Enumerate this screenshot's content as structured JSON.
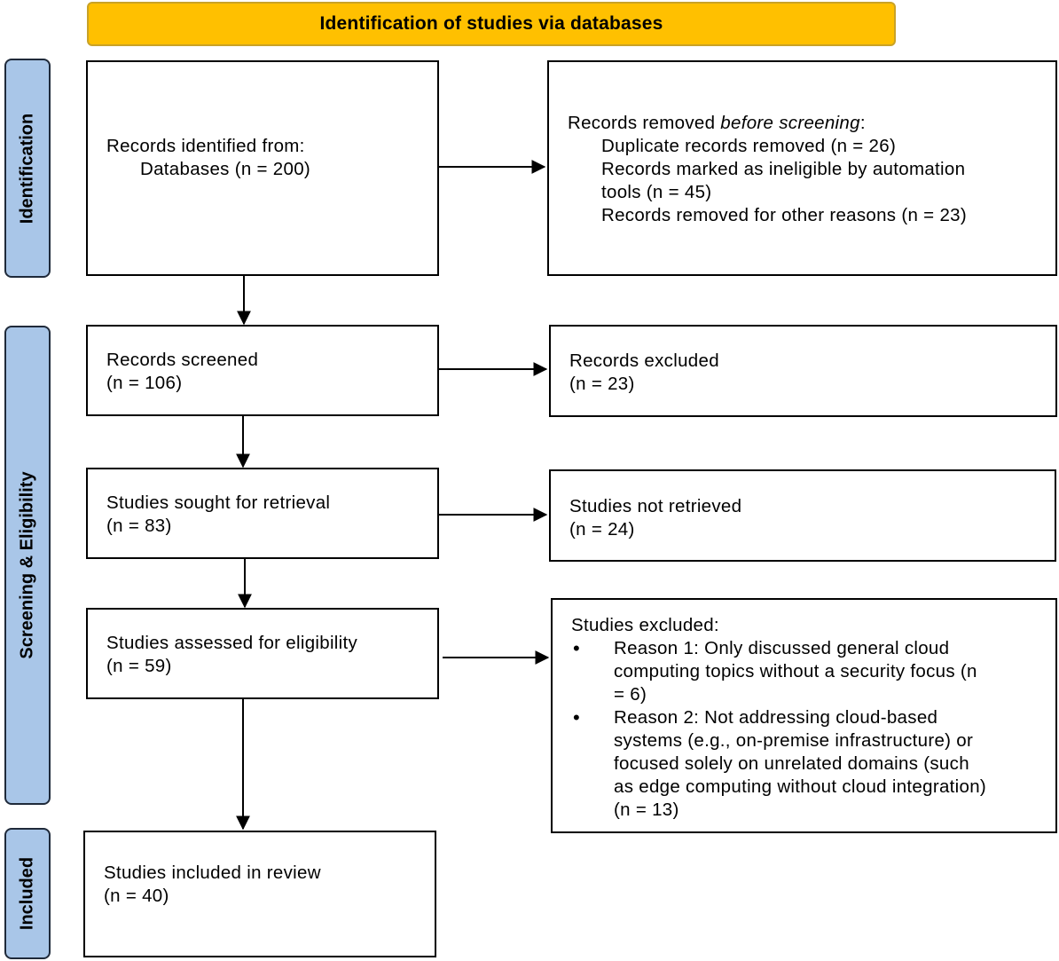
{
  "header": {
    "title": "Identification of studies via databases"
  },
  "phases": {
    "identification": "Identification",
    "screening": "Screening & Eligibility",
    "included": "Included"
  },
  "identified": {
    "line1": "Records identified from:",
    "line2": "Databases (n = 200)"
  },
  "removed": {
    "prefix": "Records removed ",
    "emphasis": "before screening",
    "suffix": ":",
    "items": [
      "Duplicate records removed (n = 26)",
      "Records marked as ineligible by automation",
      "tools (n = 45)",
      "Records removed for other reasons (n = 23)"
    ]
  },
  "screened": {
    "label": "Records screened",
    "count": "(n = 106)"
  },
  "excluded_records": {
    "label": "Records excluded",
    "count": "(n = 23)"
  },
  "sought": {
    "label": "Studies sought for retrieval",
    "count": "(n = 83)"
  },
  "not_retrieved": {
    "label": "Studies not retrieved",
    "count": "(n = 24)"
  },
  "assessed": {
    "label": "Studies assessed for eligibility",
    "count": "(n = 59)"
  },
  "studies_excluded": {
    "title": "Studies excluded:",
    "reason1_lines": [
      "Reason 1: Only discussed general cloud",
      "computing topics without a security focus (n",
      "= 6)"
    ],
    "reason2_lines": [
      "Reason 2: Not addressing cloud-based",
      "systems (e.g., on-premise infrastructure) or",
      "focused solely on unrelated domains (such",
      "as edge computing without cloud integration)",
      "(n = 13)"
    ]
  },
  "included": {
    "label": "Studies included in review",
    "count": "(n = 40)"
  }
}
